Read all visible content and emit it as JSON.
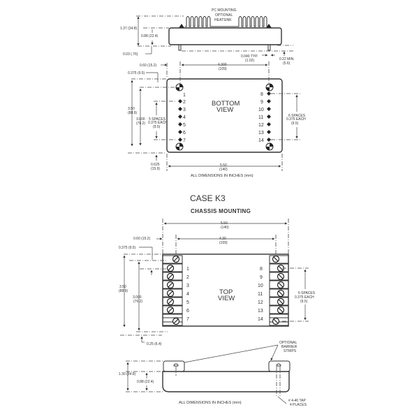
{
  "side_view_pc": {
    "heatsink_label": [
      "PC MOUNTING",
      "OPTIONAL",
      "HEATSINK"
    ],
    "dims": {
      "overall_height": "1.37 (34.8)",
      "body_height": "0.88 (22.4)",
      "standoff": "0.03 (.76)",
      "pin_diameter": [
        "0.040 TYP.",
        "(1.02)"
      ],
      "pin_length": [
        "0.22 MIN.",
        "(5.6)"
      ]
    }
  },
  "bottom_view": {
    "label": [
      "BOTTOM",
      "VIEW"
    ],
    "left_pins": [
      "1",
      "2",
      "3",
      "4",
      "5",
      "6",
      "7"
    ],
    "right_pins": [
      "8",
      "9",
      "10",
      "11",
      "12",
      "13",
      "14"
    ],
    "dims": {
      "mount_spacing": [
        "4.300",
        "(109)"
      ],
      "offset_top": "0.60 (15.2)",
      "offset_left": "0.375 (9.5)",
      "height": [
        "3.50",
        "(88.9)"
      ],
      "pin_span": [
        "3.000",
        "(76.2)"
      ],
      "left_spacing": [
        "5 SPACES",
        "0.375 EACH",
        "(9.5)"
      ],
      "right_spacing": [
        "6 SPACES",
        "0.375 EACH",
        "(9.5)"
      ],
      "bottom_offset": [
        "0.625",
        "(15.9)"
      ],
      "width": [
        "5.50",
        "(140)"
      ]
    },
    "note": "ALL DIMENSIONS IN INCHES (mm)"
  },
  "case_title": "CASE  K3",
  "case_subtitle": "CHASSIS MOUNTING",
  "top_view": {
    "label": [
      "TOP",
      "VIEW"
    ],
    "left_terminals": [
      "1",
      "2",
      "3",
      "4",
      "5",
      "6",
      "7"
    ],
    "right_terminals": [
      "8",
      "9",
      "10",
      "11",
      "12",
      "13",
      "14"
    ],
    "dims": {
      "width": [
        "5.50",
        "(140)"
      ],
      "mount_spacing": [
        "4.30",
        "(109)"
      ],
      "offset_top": "0.60 (15.2)",
      "offset_left": "0.375 (9.5)",
      "height": [
        "3.50",
        "(88.9)"
      ],
      "terminal_span": [
        "3.000",
        "(76.2)"
      ],
      "right_spacing": [
        "6 SPACES",
        "0.375 EACH",
        "(9.5)"
      ],
      "bottom_offset": "0.25 (6.4)"
    }
  },
  "side_view_chassis": {
    "barrier_label": [
      "OPTIONAL",
      "BARRIER",
      "STRIPS"
    ],
    "dims": {
      "overall_height": "1.30 (34.8)",
      "body_height": "0.88 (22.4)"
    },
    "tap_label": [
      "# 4-40 TAP",
      "4 PLACES"
    ],
    "note": "ALL DIMENSIONS IN INCHES (mm)"
  }
}
